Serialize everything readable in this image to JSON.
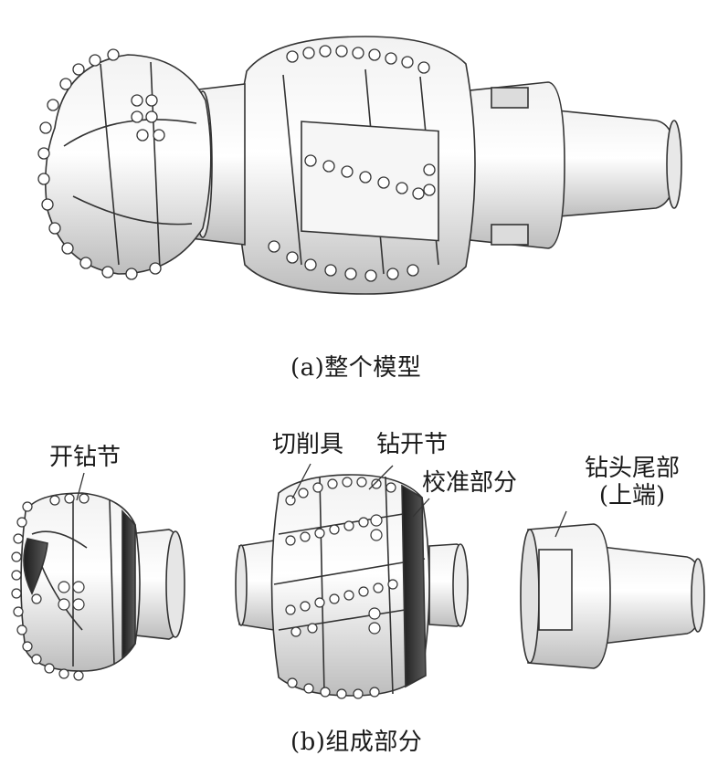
{
  "captions": {
    "a": "(a)整个模型",
    "b": "(b)组成部分"
  },
  "labels": {
    "drill_section_left": "开钻节",
    "cutter": "切削具",
    "drill_section_mid": "钻开节",
    "calibration": "校准部分",
    "tail_line1": "钻头尾部",
    "tail_line2": "(上端)"
  }
}
